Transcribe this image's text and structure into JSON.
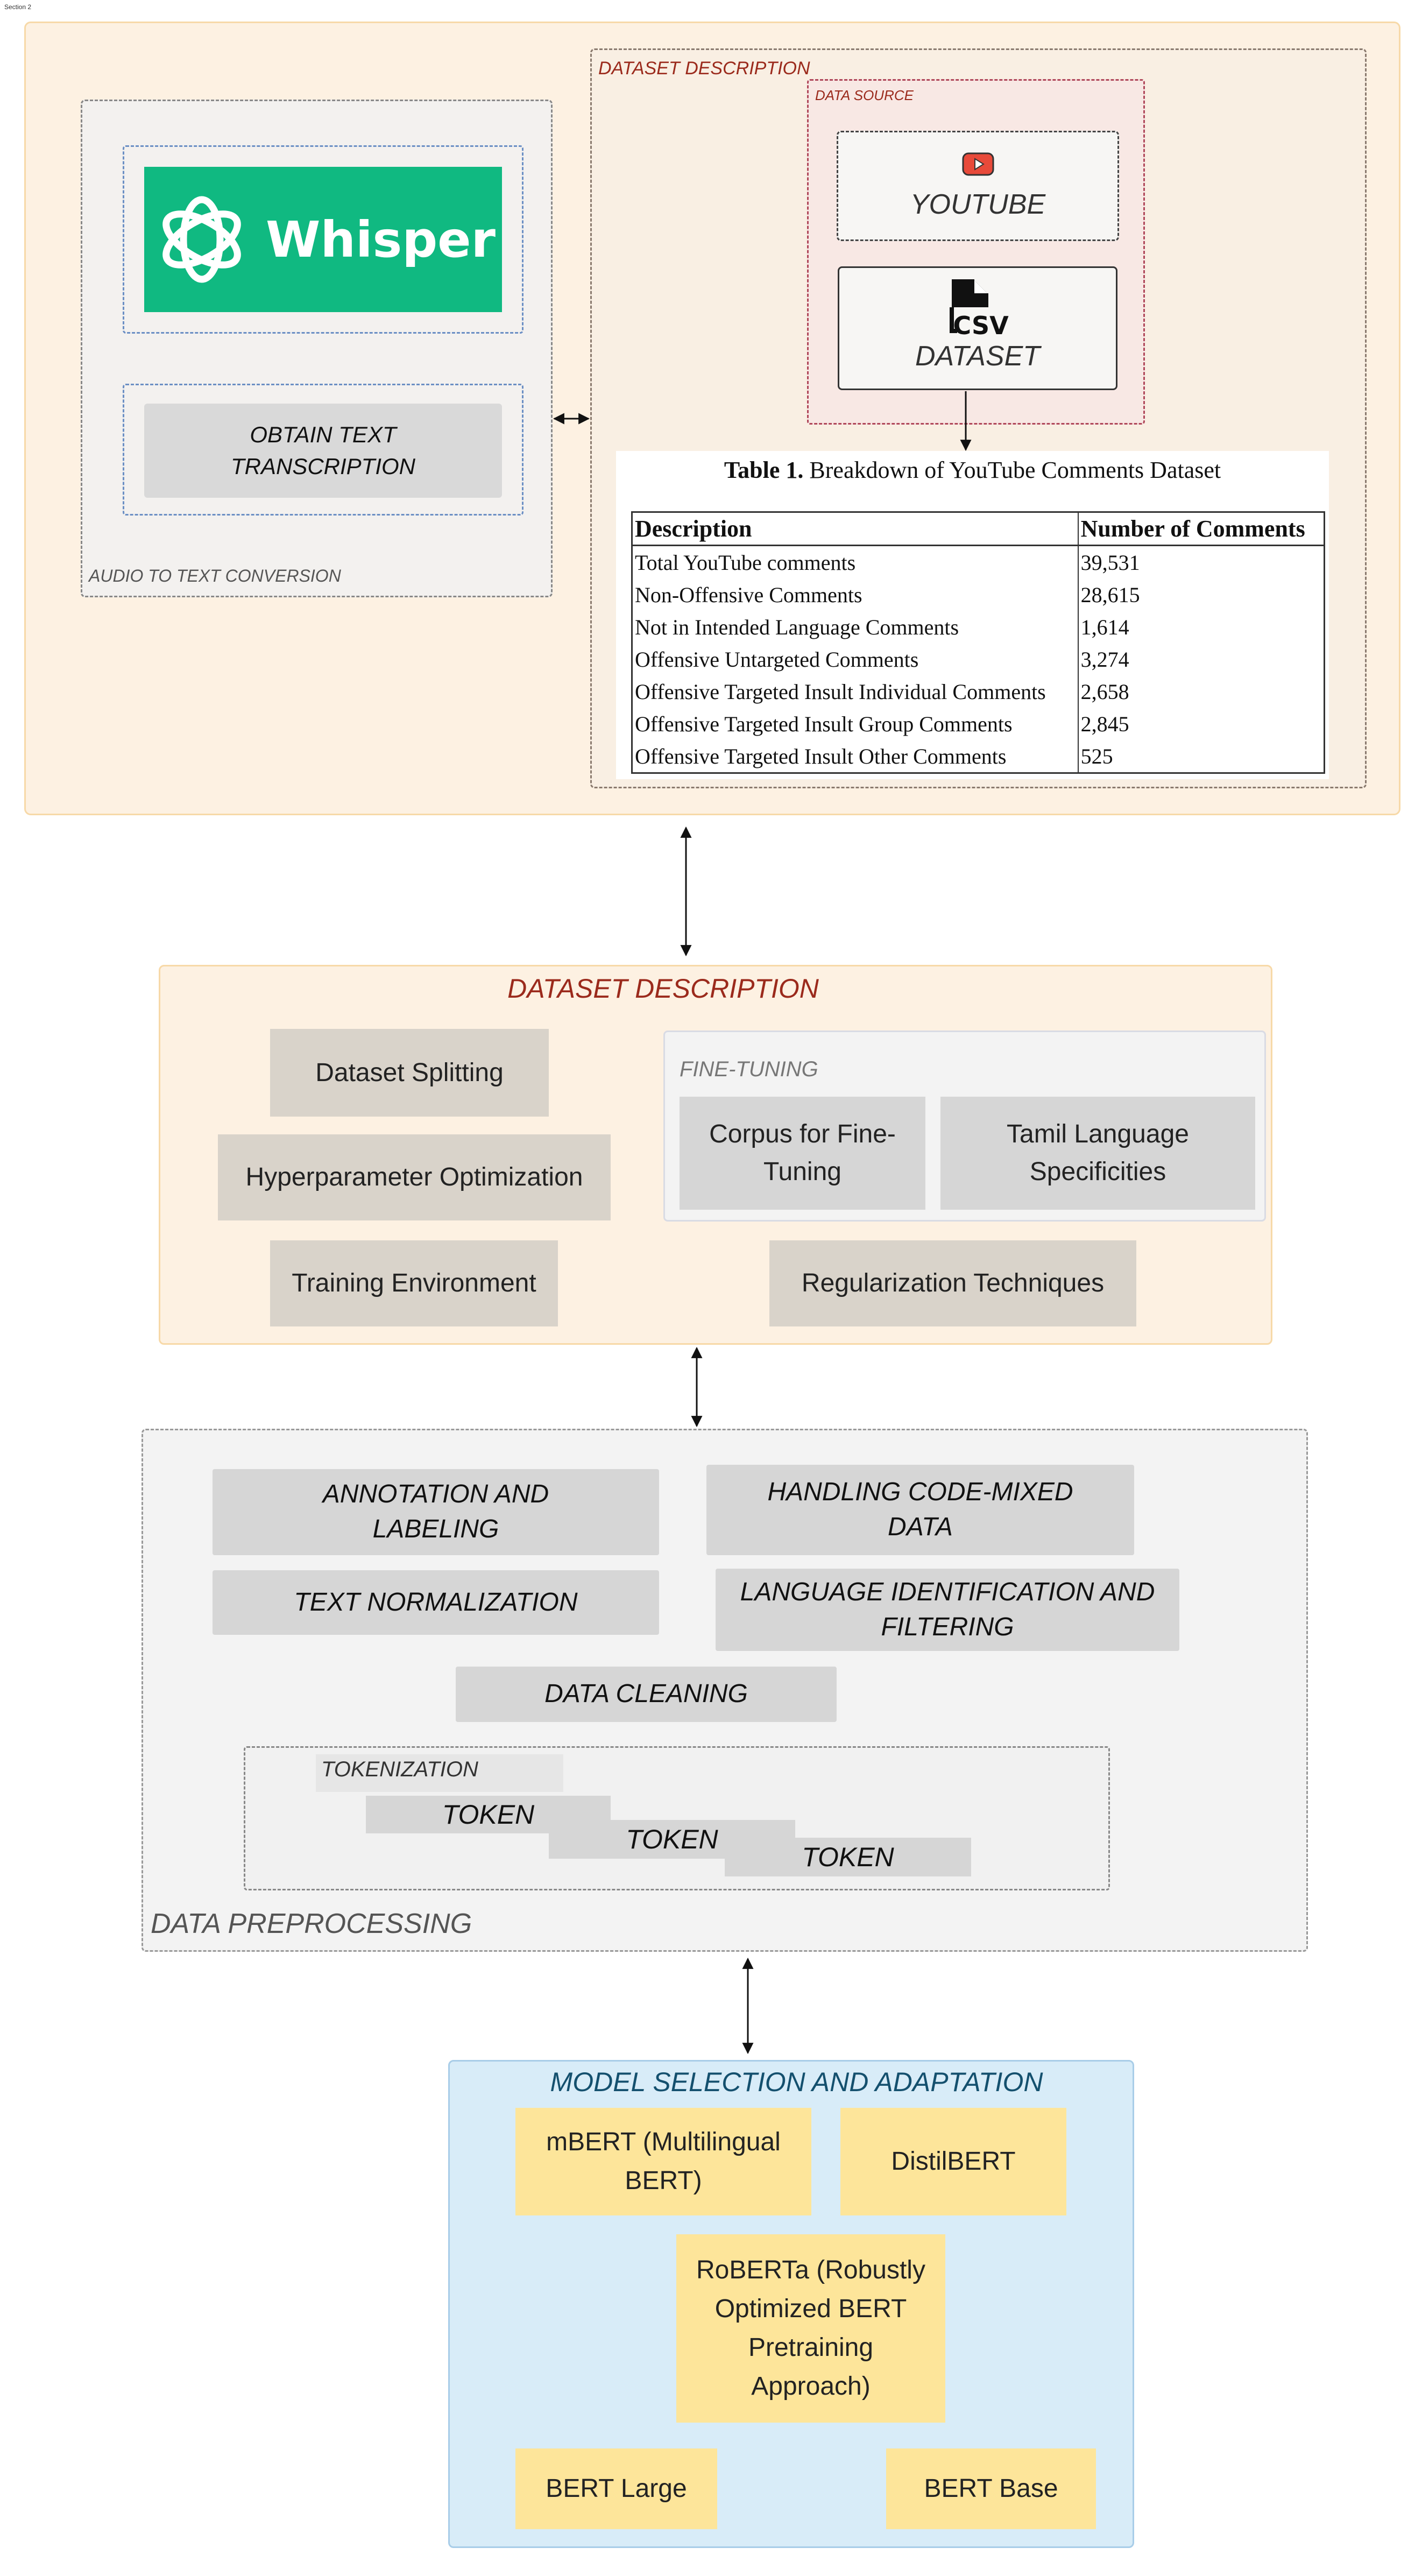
{
  "header_note": "Section 2",
  "panel1": {
    "audio_section": {
      "logo_text": "Whisper",
      "obtain_label": "OBTAIN TEXT TRANSCRIPTION",
      "label": "AUDIO TO TEXT CONVERSION"
    },
    "dataset_section": {
      "title": "DATASET DESCRIPTION",
      "source_title": "DATA SOURCE",
      "youtube_label": "YOUTUBE",
      "csv_icon_text": "CSV",
      "dataset_label": "DATASET",
      "table": {
        "caption_prefix": "Table 1.",
        "caption": "Breakdown of YouTube Comments Dataset",
        "headers": [
          "Description",
          "Number of Comments"
        ],
        "rows": [
          [
            "Total YouTube comments",
            "39,531"
          ],
          [
            "Non-Offensive Comments",
            "28,615"
          ],
          [
            "Not in Intended Language Comments",
            "1,614"
          ],
          [
            "Offensive Untargeted Comments",
            "3,274"
          ],
          [
            "Offensive Targeted Insult Individual Comments",
            "2,658"
          ],
          [
            "Offensive Targeted Insult Group Comments",
            "2,845"
          ],
          [
            "Offensive Targeted Insult Other Comments",
            "525"
          ]
        ]
      }
    }
  },
  "panel2": {
    "title": "DATASET DESCRIPTION",
    "dataset_splitting": "Dataset Splitting",
    "hyperparameter_optimization": "Hyperparameter Optimization",
    "training_environment": "Training Environment",
    "regularization_techniques": "Regularization Techniques",
    "fine_tuning": {
      "title": "FINE-TUNING",
      "corpus": "Corpus for Fine-Tuning",
      "tamil": "Tamil Language Specificities"
    }
  },
  "panel3": {
    "annotation": "ANNOTATION AND LABELING",
    "code_mixed": "HANDLING CODE-MIXED DATA",
    "text_normalization": "TEXT NORMALIZATION",
    "language_id": "LANGUAGE IDENTIFICATION AND FILTERING",
    "data_cleaning": "DATA CLEANING",
    "tokenization_title": "TOKENIZATION",
    "token_1": "TOKEN",
    "token_2": "TOKEN",
    "token_3": "TOKEN",
    "label": "DATA PREPROCESSING"
  },
  "panel4": {
    "title": "MODEL SELECTION AND ADAPTATION",
    "mbert": "mBERT (Multilingual BERT)",
    "distilbert": "DistilBERT",
    "roberta": "RoBERTa (Robustly Optimized BERT Pretraining Approach)",
    "bert_large": "BERT Large",
    "bert_base": "BERT Base"
  },
  "colors": {
    "panel_orange": "#fdf1e2",
    "panel_blue": "#d8ecf8",
    "title_red": "#9b2a1c",
    "title_blue": "#14506e",
    "whisper_green": "#10b981",
    "youtube_red": "#e84a3a",
    "model_yellow": "#fde59a"
  }
}
